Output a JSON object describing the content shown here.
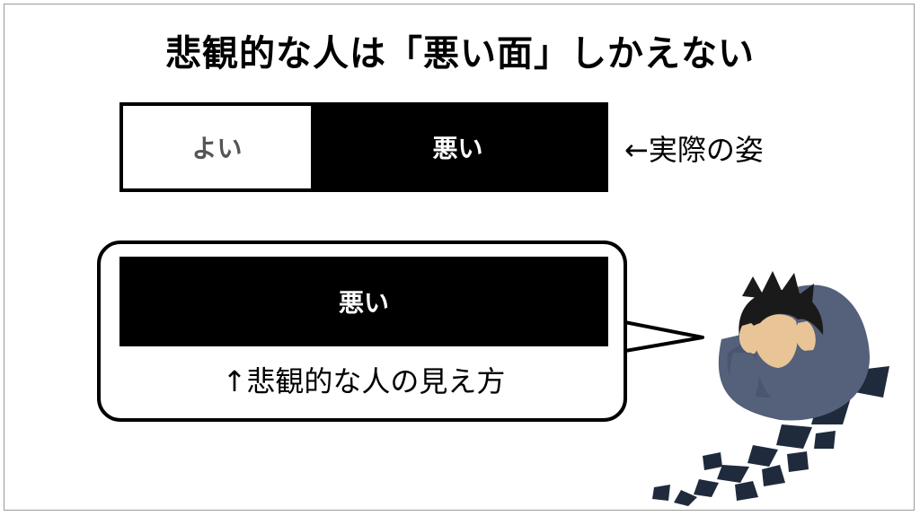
{
  "title": "悲観的な人は「悪い面」しかえない",
  "actual_bar": {
    "good_label": "よい",
    "bad_label": "悪い",
    "good_fraction": 0.39
  },
  "actual_caption": "←実際の姿",
  "pessimist_bar": {
    "bad_label": "悪い"
  },
  "pessimist_caption": "↑悲観的な人の見え方",
  "illustration": "despairing-person-with-shattered-shadow"
}
